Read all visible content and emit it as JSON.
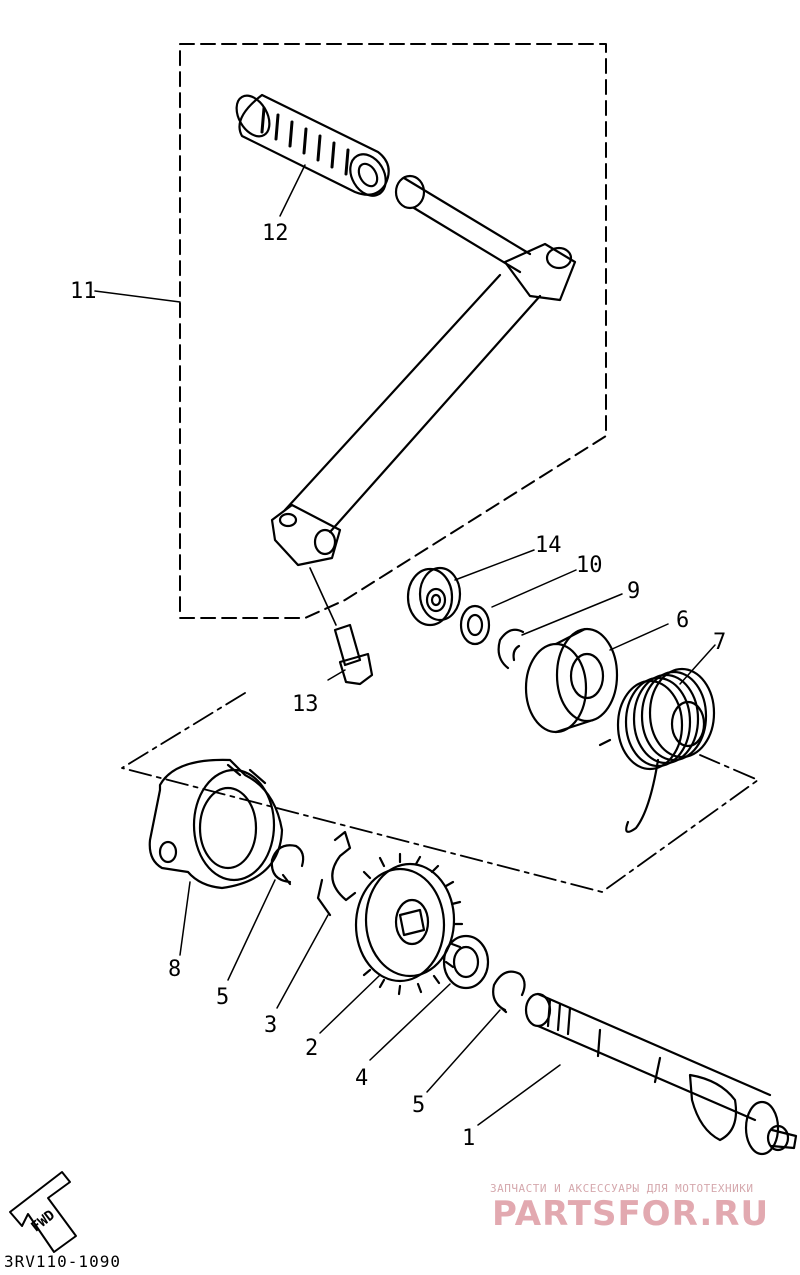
{
  "diagram": {
    "code": "3RV110-1090",
    "fwd_label": "FWD",
    "callouts": [
      {
        "id": "c1",
        "text": "1"
      },
      {
        "id": "c2",
        "text": "2"
      },
      {
        "id": "c3",
        "text": "3"
      },
      {
        "id": "c4",
        "text": "4"
      },
      {
        "id": "c5a",
        "text": "5"
      },
      {
        "id": "c5b",
        "text": "5"
      },
      {
        "id": "c6",
        "text": "6"
      },
      {
        "id": "c7",
        "text": "7"
      },
      {
        "id": "c8",
        "text": "8"
      },
      {
        "id": "c9",
        "text": "9"
      },
      {
        "id": "c10",
        "text": "10"
      },
      {
        "id": "c11",
        "text": "11"
      },
      {
        "id": "c12",
        "text": "12"
      },
      {
        "id": "c13",
        "text": "13"
      },
      {
        "id": "c14",
        "text": "14"
      }
    ]
  },
  "watermark": {
    "tagline": "ЗАПЧАСТИ И АКСЕССУАРЫ ДЛЯ МОТОТЕХНИКИ",
    "brand": "PARTSFOR.RU",
    "color": "#e2a9b0"
  }
}
